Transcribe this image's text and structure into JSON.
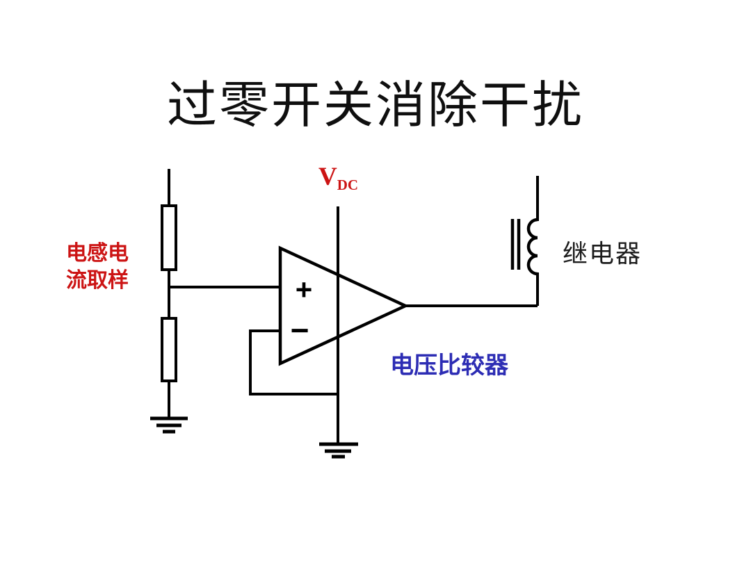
{
  "slide": {
    "title": "过零开关消除干扰",
    "background_color": "#ffffff"
  },
  "labels": {
    "supply": {
      "main": "V",
      "sub": "DC",
      "color": "#cc1414"
    },
    "inductor_sampling": {
      "line1": "电感电",
      "line2": "流取样",
      "color": "#cc1414"
    },
    "comparator": {
      "text": "电压比较器",
      "color": "#2d2db4"
    },
    "relay": {
      "text": "继电器",
      "color": "#1c1c1c"
    },
    "opamp_plus": "+",
    "opamp_minus": "−"
  },
  "colors": {
    "wire": "#000000",
    "title_text": "#0f0f0f",
    "red_accent": "#cc1414",
    "blue_accent": "#2d2db4"
  },
  "circuit": {
    "components": [
      {
        "name": "voltage-divider-resistor-top",
        "symbol": "resistor"
      },
      {
        "name": "voltage-divider-resistor-bottom",
        "symbol": "resistor"
      },
      {
        "name": "comparator-opamp",
        "symbol": "op-amp-triangle",
        "inputs": [
          "+",
          "−"
        ]
      },
      {
        "name": "relay-coil",
        "symbol": "inductor-with-core-bars"
      },
      {
        "name": "ground-left",
        "symbol": "ground"
      },
      {
        "name": "ground-center",
        "symbol": "ground"
      }
    ]
  }
}
